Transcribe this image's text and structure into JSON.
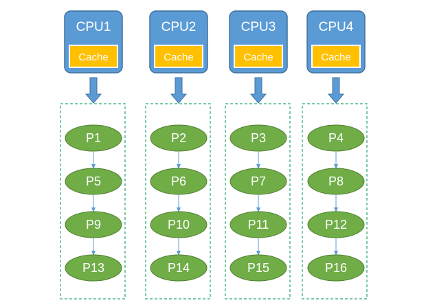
{
  "columns": [
    {
      "cpu": "CPU1",
      "cache": "Cache",
      "processes": [
        "P1",
        "P5",
        "P9",
        "P13"
      ]
    },
    {
      "cpu": "CPU2",
      "cache": "Cache",
      "processes": [
        "P2",
        "P6",
        "P10",
        "P14"
      ]
    },
    {
      "cpu": "CPU3",
      "cache": "Cache",
      "processes": [
        "P3",
        "P7",
        "P11",
        "P15"
      ]
    },
    {
      "cpu": "CPU4",
      "cache": "Cache",
      "processes": [
        "P4",
        "P8",
        "P12",
        "P16"
      ]
    }
  ],
  "colors": {
    "cpu_fill": "#5b9bd5",
    "cpu_stroke": "#41719c",
    "cache_fill": "#ffc000",
    "cache_stroke": "#ffffff",
    "arrow": "#5b9bd5",
    "queue_border": "#4fb889",
    "process_fill": "#70ad47",
    "process_stroke": "#4e7f31",
    "link": "#5b9bd5"
  }
}
